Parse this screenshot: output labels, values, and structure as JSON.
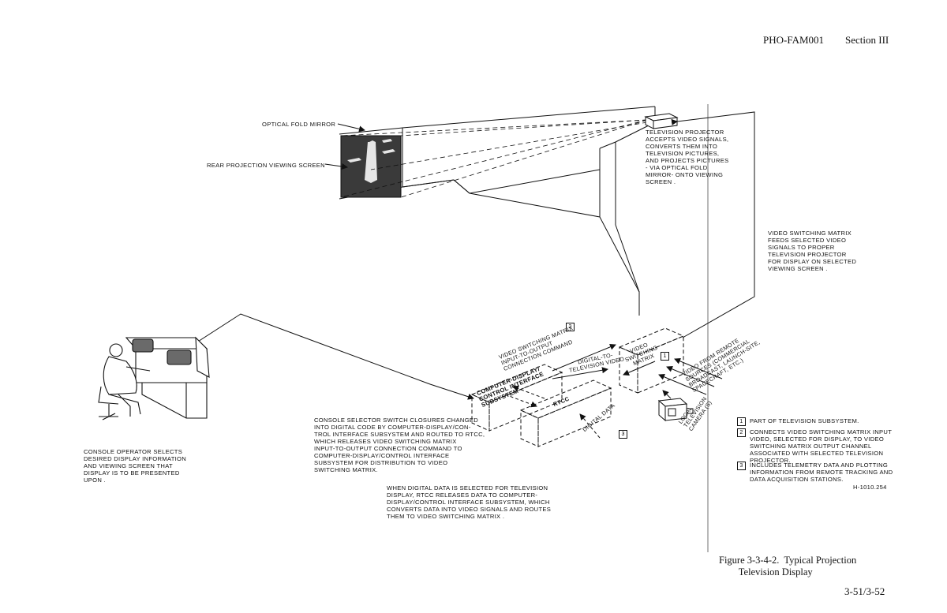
{
  "header": {
    "doc_id": "PHO-FAM001",
    "section": "Section III"
  },
  "labels": {
    "optical_fold_mirror": "OPTICAL FOLD MIRROR",
    "rear_projection_screen": "REAR PROJECTION VIEWING SCREEN",
    "tv_projector_note": "TELEVISION PROJECTOR\nACCEPTS VIDEO SIGNALS,\nCONVERTS THEM INTO\nTELEVISION PICTURES,\nAND PROJECTS PICTURES\n- VIA OPTICAL FOLD\nMIRROR- ONTO VIEWING\nSCREEN .",
    "vsm_feeds_note": "VIDEO SWITCHING MATRIX\nFEEDS SELECTED VIDEO\nSIGNALS TO PROPER\nTELEVISION PROJECTOR\nFOR DISPLAY ON SELECTED\nVIEWING SCREEN .",
    "console_operator_note": "CONSOLE OPERATOR SELECTS\nDESIRED DISPLAY INFORMATION\nAND VIEWING SCREEN THAT\nDISPLAY IS TO BE PRESENTED\nUPON .",
    "selector_switch_note": "CONSOLE SELECTOR SWITCH CLOSURES CHANGED\nINTO DIGITAL CODE BY COMPUTER-DISPLAY/CON-\nTROL INTERFACE SUBSYSTEM AND ROUTED TO RTCC,\nWHICH RELEASES VIDEO SWITCHING MATRIX\nINPUT-TO-OUTPUT CONNECTION COMMAND TO\nCOMPUTER-DISPLAY/CONTROL INTERFACE\nSUBSYSTEM FOR DISTRIBUTION TO VIDEO\nSWITCHING MATRIX.",
    "digital_data_note": "WHEN DIGITAL DATA IS SELECTED FOR TELEVISION\nDISPLAY, RTCC RELEASES DATA TO COMPUTER-\nDISPLAY/CONTROL INTERFACE SUBSYSTEM, WHICH\nCONVERTS DATA INTO VIDEO SIGNALS AND ROUTES\nTHEM TO VIDEO SWITCHING MATRIX .",
    "vsm_command": "VIDEO SWITCHING MATRIX\nINPUT-TO-OUTPUT\nCONNECTION COMMAND",
    "digital_to_tv": "DIGITAL-TO-\nTELEVISION VIDEO",
    "cdci_box": "COMPUTER-DISPLAY/\nCONTROL INTERFACE\nSUBSYSTEM",
    "rtcc_box": "RTCC",
    "vsm_box": "VIDEO\nSWITCHING\nMATRIX",
    "digital_data": "DIGITAL DATA",
    "remote_sources": "VIDEO FROM REMOTE\nSOURCES (COMMERCIAL\nBROADCAST, LAUNCH-SITE,\nSPACECRAFT, ETC.)",
    "local_cameras": "LOCAL\nTELEVISION\nCAMERA (S)",
    "ref_1": "1",
    "ref_2": "2",
    "ref_3": "3"
  },
  "legend": [
    {
      "num": "1",
      "text": "PART OF TELEVISION SUBSYSTEM."
    },
    {
      "num": "2",
      "text": "CONNECTS VIDEO SWITCHING MATRIX INPUT\nVIDEO, SELECTED FOR DISPLAY, TO VIDEO\nSWITCHING MATRIX OUTPUT CHANNEL\nASSOCIATED WITH SELECTED TELEVISION\nPROJECTOR."
    },
    {
      "num": "3",
      "text": "INCLUDES TELEMETRY DATA AND PLOTTING\nINFORMATION FROM REMOTE TRACKING AND\nDATA ACQUISITION STATIONS."
    }
  ],
  "drawing_number": "H-1010.254",
  "caption": {
    "figure": "Figure 3-3-4-2.  Typical Projection\n        Television Display",
    "page": "3-51/3-52"
  }
}
